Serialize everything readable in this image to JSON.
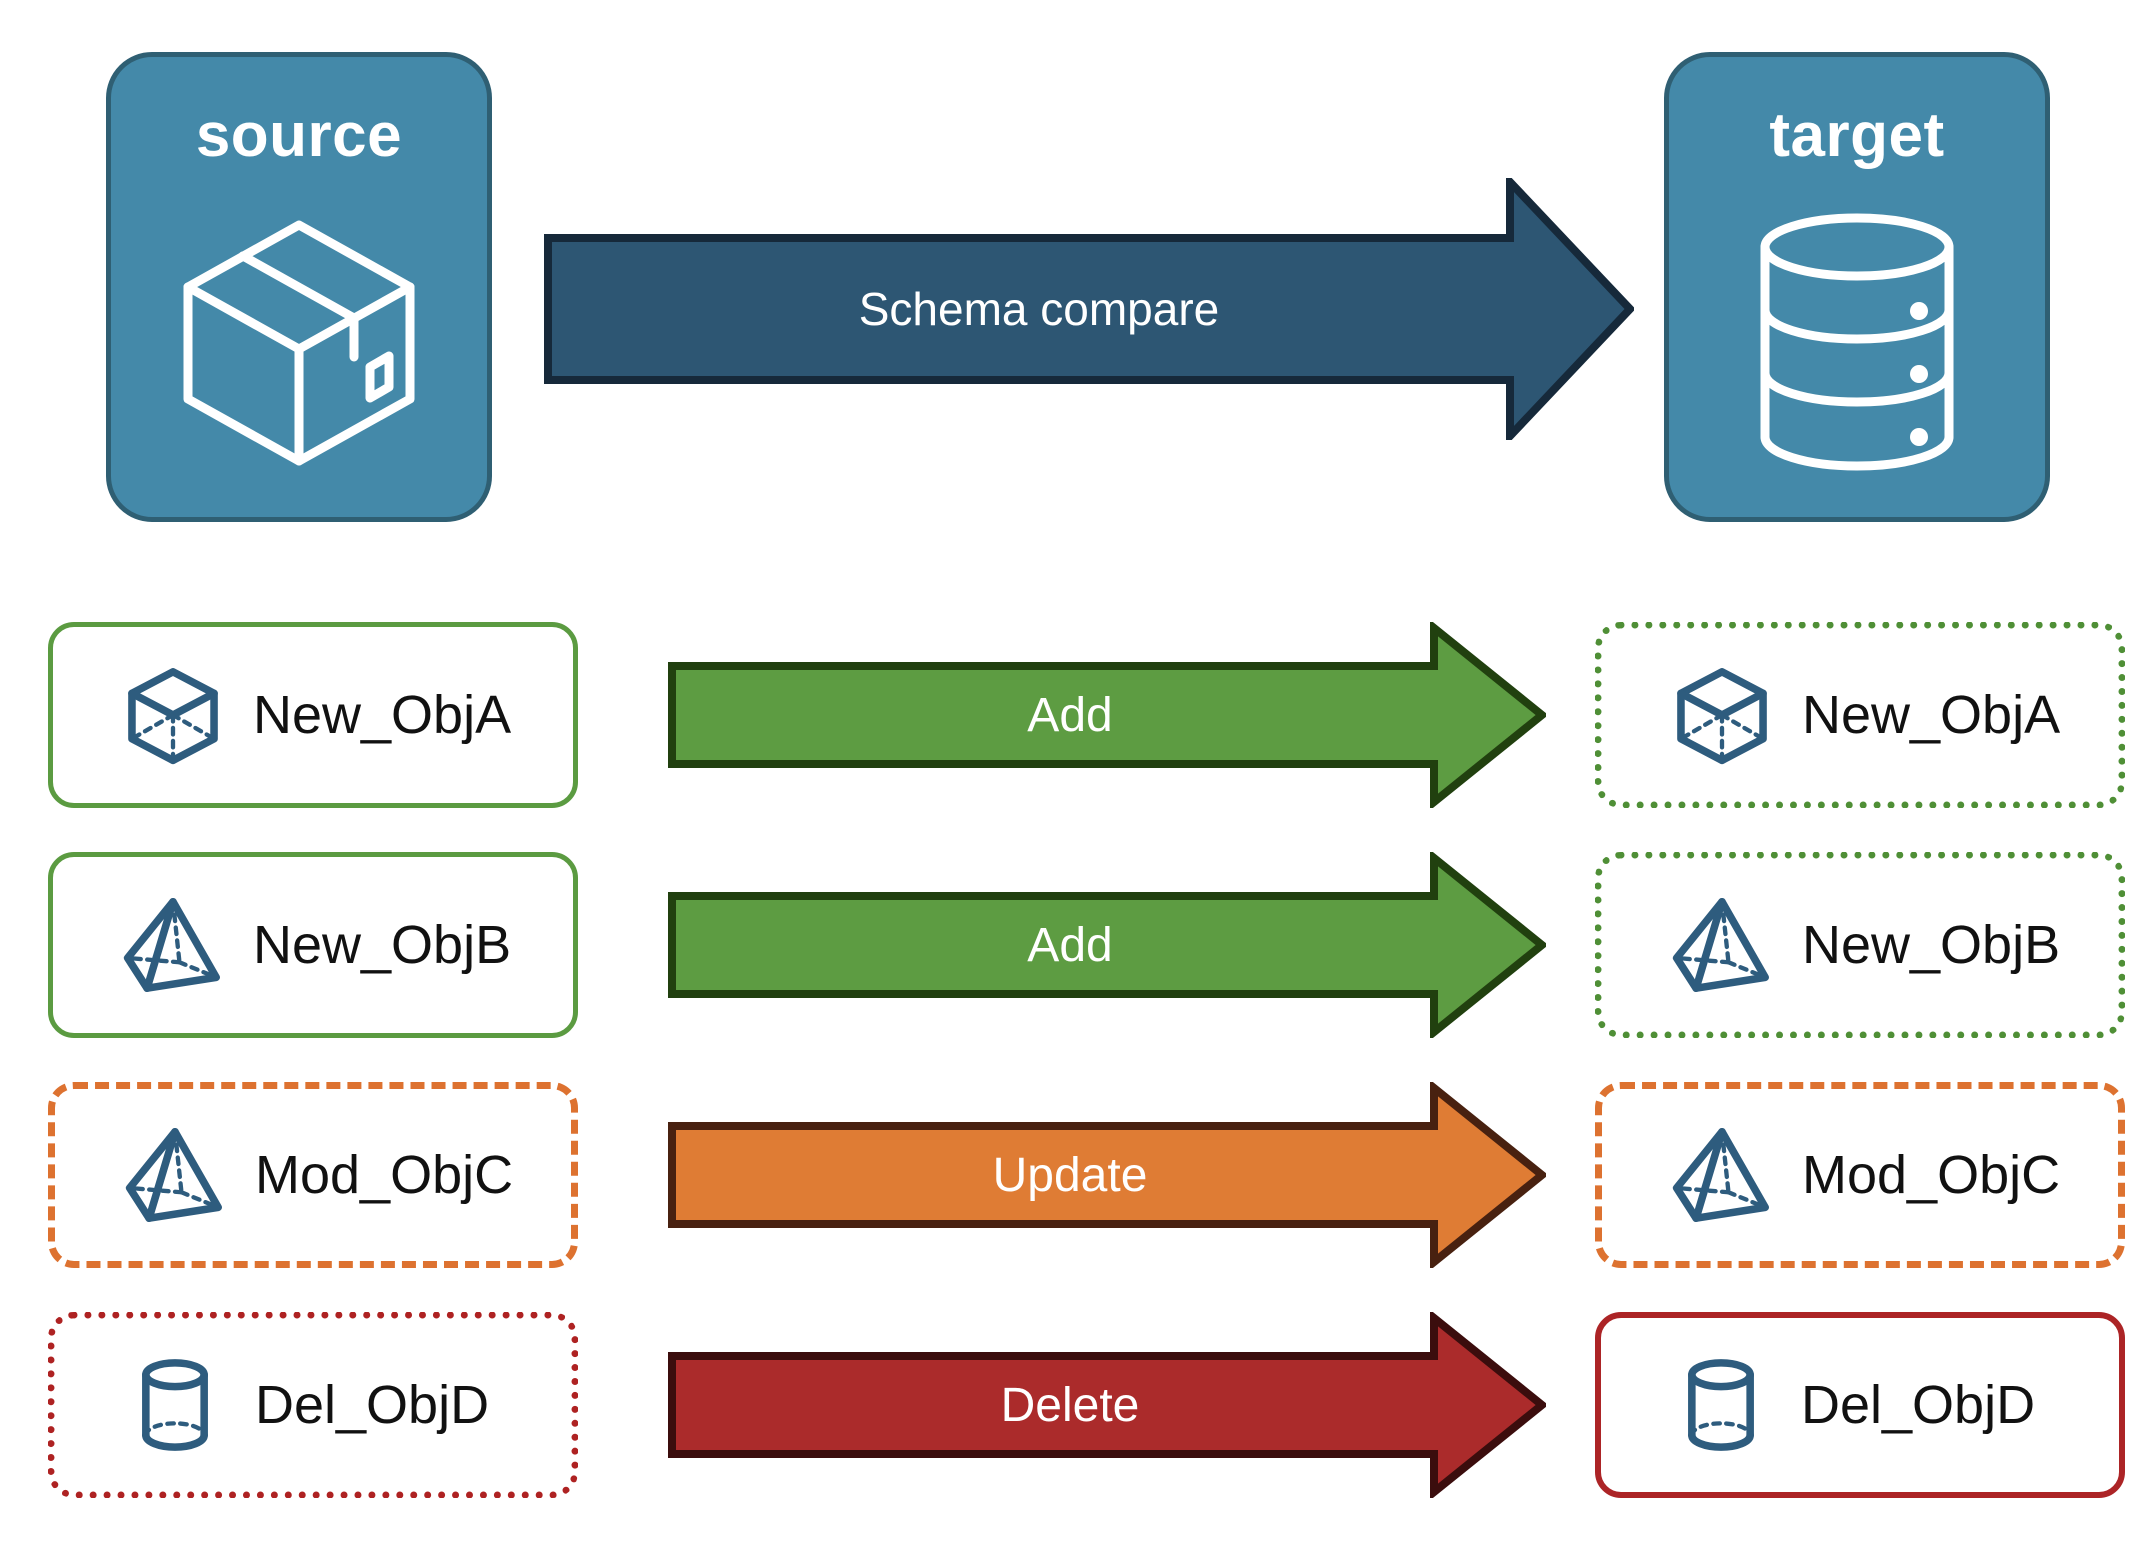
{
  "diagram": {
    "title_hidden": "",
    "endpoints": [
      {
        "id": "source",
        "label": "source",
        "icon": "package-box-icon"
      },
      {
        "id": "target",
        "label": "target",
        "icon": "database-cylinder-icon"
      }
    ],
    "main_flow": {
      "label": "Schema compare",
      "fill": "#2d5673",
      "stroke": "#16293a",
      "icon": "right-arrow-icon"
    },
    "rows": [
      {
        "action": "Add",
        "arrow_fill": "#5d9c42",
        "arrow_stroke": "#21400f",
        "source": {
          "label": "New_ObjA",
          "icon": "cube-icon",
          "border_style": "solid",
          "border_color": "#5b9b41"
        },
        "target": {
          "label": "New_ObjA",
          "icon": "cube-icon",
          "border_style": "dotted",
          "border_color": "#4f8f36"
        }
      },
      {
        "action": "Add",
        "arrow_fill": "#5d9c42",
        "arrow_stroke": "#21400f",
        "source": {
          "label": "New_ObjB",
          "icon": "pyramid-icon",
          "border_style": "solid",
          "border_color": "#5b9b41"
        },
        "target": {
          "label": "New_ObjB",
          "icon": "pyramid-icon",
          "border_style": "dotted",
          "border_color": "#4f8f36"
        }
      },
      {
        "action": "Update",
        "arrow_fill": "#df7c34",
        "arrow_stroke": "#482110",
        "source": {
          "label": "Mod_ObjC",
          "icon": "pyramid-icon",
          "border_style": "dashed",
          "border_color": "#dd7230"
        },
        "target": {
          "label": "Mod_ObjC",
          "icon": "pyramid-icon",
          "border_style": "dashed",
          "border_color": "#dd7230"
        }
      },
      {
        "action": "Delete",
        "arrow_fill": "#ab2b2b",
        "arrow_stroke": "#3b0d0d",
        "source": {
          "label": "Del_ObjD",
          "icon": "cylinder-icon",
          "border_style": "dotted",
          "border_color": "#ae2222"
        },
        "target": {
          "label": "Del_ObjD",
          "icon": "cylinder-icon",
          "border_style": "solid",
          "border_color": "#ac2426"
        }
      }
    ],
    "colors": {
      "endpoint_fill": "#4489a9",
      "endpoint_stroke": "#2f5f73",
      "icon_blue": "#2e5c7e",
      "text_dark": "#111111",
      "background": "#ffffff"
    }
  }
}
